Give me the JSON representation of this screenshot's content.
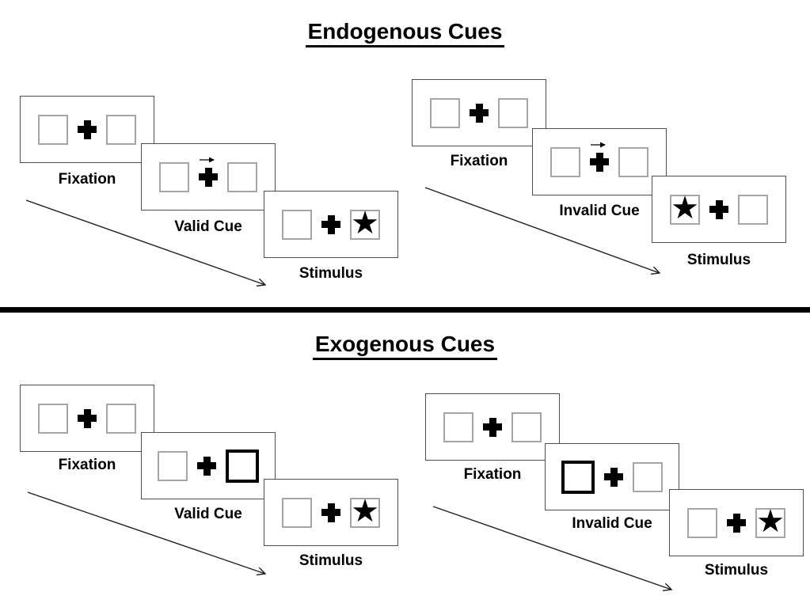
{
  "sections": [
    {
      "title": "Endogenous Cues",
      "groups": [
        {
          "type": "valid-cue-sequence",
          "panels": [
            {
              "label": "Fixation",
              "left_box": "empty",
              "center": "fixation-cross",
              "right_box": "empty"
            },
            {
              "label": "Valid Cue",
              "left_box": "empty",
              "center": "fixation-cross-with-right-arrow",
              "right_box": "empty"
            },
            {
              "label": "Stimulus",
              "left_box": "empty",
              "center": "fixation-cross",
              "right_box": "star-target"
            }
          ]
        },
        {
          "type": "invalid-cue-sequence",
          "panels": [
            {
              "label": "Fixation",
              "left_box": "empty",
              "center": "fixation-cross",
              "right_box": "empty"
            },
            {
              "label": "Invalid Cue",
              "left_box": "empty",
              "center": "fixation-cross-with-right-arrow",
              "right_box": "empty"
            },
            {
              "label": "Stimulus",
              "left_box": "star-target",
              "center": "fixation-cross",
              "right_box": "empty"
            }
          ]
        }
      ]
    },
    {
      "title": "Exogenous Cues",
      "groups": [
        {
          "type": "valid-cue-sequence",
          "panels": [
            {
              "label": "Fixation",
              "left_box": "empty",
              "center": "fixation-cross",
              "right_box": "empty"
            },
            {
              "label": "Valid Cue",
              "left_box": "empty",
              "center": "fixation-cross",
              "right_box": "thick-outline-cue"
            },
            {
              "label": "Stimulus",
              "left_box": "empty",
              "center": "fixation-cross",
              "right_box": "star-target"
            }
          ]
        },
        {
          "type": "invalid-cue-sequence",
          "panels": [
            {
              "label": "Fixation",
              "left_box": "empty",
              "center": "fixation-cross",
              "right_box": "empty"
            },
            {
              "label": "Invalid Cue",
              "left_box": "thick-outline-cue",
              "center": "fixation-cross",
              "right_box": "empty"
            },
            {
              "label": "Stimulus",
              "left_box": "empty",
              "center": "fixation-cross",
              "right_box": "star-target"
            }
          ]
        }
      ]
    }
  ],
  "glyphs": {
    "star": "★"
  },
  "colors": {
    "background": "#ffffff",
    "ink": "#000000",
    "panel_border": "#4f4f4f",
    "placeholder_box_border": "#a6a6a6",
    "divider": "#000000"
  }
}
